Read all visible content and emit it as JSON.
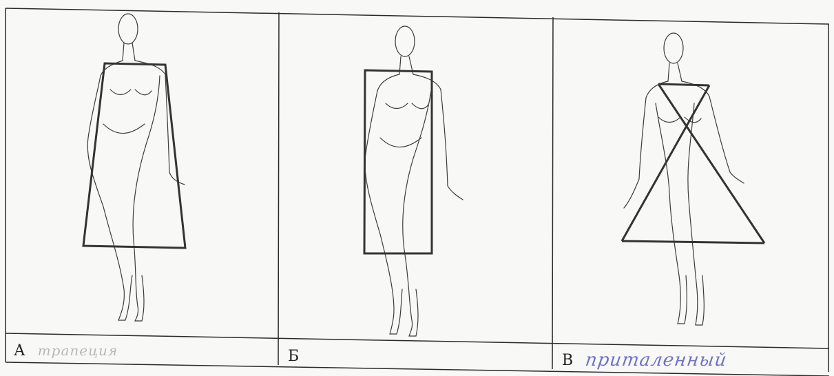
{
  "colors": {
    "paper": "#f8f8f6",
    "grid_line": "#2a2a2a",
    "sketch_line": "#3a3a3a",
    "shape_line": "#333333",
    "pencil_answer": "#b8b8b8",
    "pen_answer": "#6f72c8"
  },
  "cells": [
    {
      "letter": "А",
      "answer": "трапеция",
      "shape": "trapezoid"
    },
    {
      "letter": "Б",
      "answer": "",
      "shape": "rectangle"
    },
    {
      "letter": "В",
      "answer": "приталенный",
      "shape": "hourglass-triangles"
    }
  ]
}
